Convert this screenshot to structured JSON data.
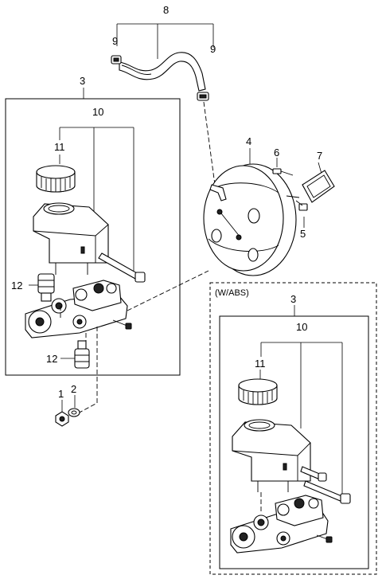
{
  "callouts": {
    "n1": "1",
    "n2": "2",
    "n3": "3",
    "n3_abs": "3",
    "n4": "4",
    "n5": "5",
    "n6": "6",
    "n7": "7",
    "n8": "8",
    "n9_left": "9",
    "n9_right": "9",
    "n10": "10",
    "n10_abs": "10",
    "n11": "11",
    "n11_abs": "11",
    "n12_top": "12",
    "n12_bottom": "12"
  },
  "abs_variant_label": "(W/ABS)"
}
